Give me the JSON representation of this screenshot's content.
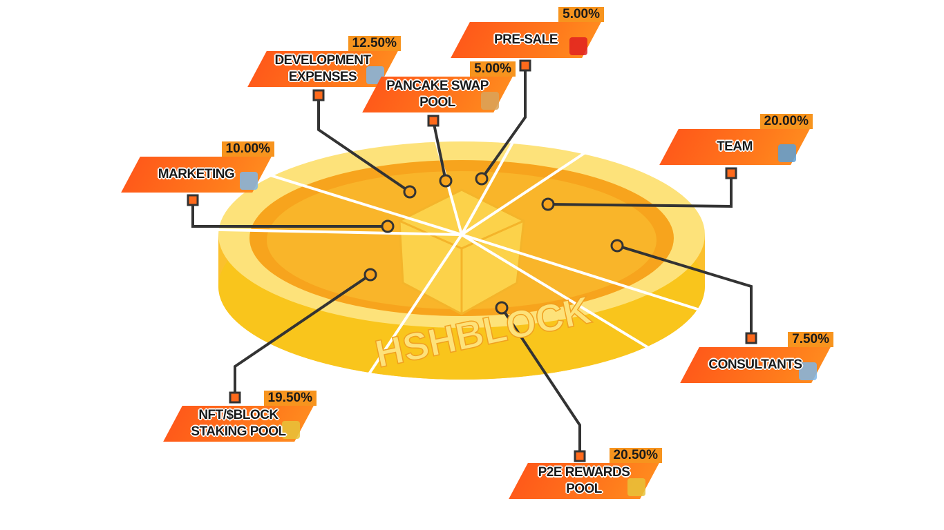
{
  "chart_data": {
    "type": "pie",
    "center_text": "HSHBLOCK",
    "slices": [
      {
        "name": "PRE-SALE",
        "value": 5.0,
        "label": "5.00%",
        "icon": "best-price-tag-icon"
      },
      {
        "name": "TEAM",
        "value": 20.0,
        "label": "20.00%",
        "icon": "team-people-icon"
      },
      {
        "name": "CONSULTANTS",
        "value": 7.5,
        "label": "7.50%",
        "icon": "consultant-person-icon"
      },
      {
        "name": "P2E REWARDS\nPOOL",
        "value": 20.5,
        "label": "20.50%",
        "icon": "gold-coin-icon"
      },
      {
        "name": "NFT/$BLOCK\nSTAKING POOL",
        "value": 19.5,
        "label": "19.50%",
        "icon": "coin-stack-icon"
      },
      {
        "name": "MARKETING",
        "value": 10.0,
        "label": "10.00%",
        "icon": "marketing-tree-icon"
      },
      {
        "name": "DEVELOPMENT\nEXPENSES",
        "value": 12.5,
        "label": "12.50%",
        "icon": "bar-chart-icon"
      },
      {
        "name": "PANCAKE SWAP\nPOOL",
        "value": 5.0,
        "label": "5.00%",
        "icon": "pancake-stack-icon"
      }
    ]
  },
  "colors": {
    "coin_rim": "#fbc02d",
    "coin_face": "#f9b52a",
    "coin_inner": "#f7a41d",
    "coin_light": "#fde27a",
    "banner": "#ff6a1c",
    "percent_bg": "#f7941e",
    "connector": "#333333",
    "divider": "#ffffff"
  }
}
